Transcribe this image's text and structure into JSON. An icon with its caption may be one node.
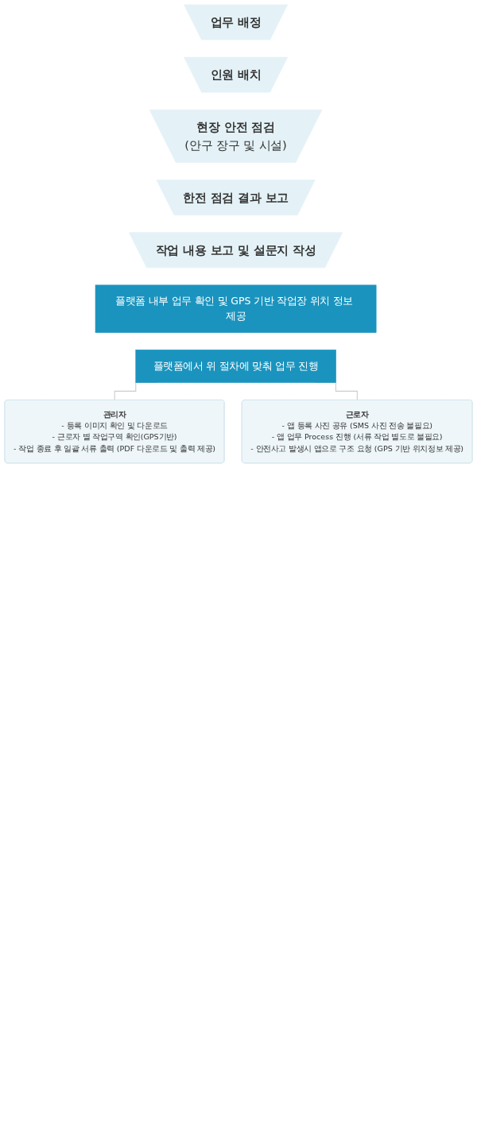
{
  "diagram": {
    "nodes": [
      {
        "text": [
          "업무 배정"
        ]
      },
      {
        "text": [
          "인원 배치"
        ]
      },
      {
        "text": [
          "현장 안전 점검",
          "(안구 장구 및 시설)"
        ]
      },
      {
        "text": [
          "한전 점검 결과 보고"
        ]
      },
      {
        "text": [
          "작업 내용 보고 및 설문지 작성"
        ]
      },
      {
        "text": [
          "플랫폼 내부 업무 확인 및 GPS 기반 작업장 위치 정보 제공"
        ]
      },
      {
        "text": [
          "플랫폼에서 위 절차에 맞춰 업무 진행"
        ]
      },
      {
        "text": [
          "관리자",
          "- 등록 이미지 확인 및 다운로드",
          "- 근로자 별 작업구역 확인(GPS기반)",
          "- 작업 종료 후 일괄 서류 출력 (PDF 다운로드 및 출력 제공)"
        ]
      },
      {
        "text": [
          "근로자",
          "- 앱 등록 사진 공유 (SMS 사진 전송 불필요)",
          "- 앱 업무 Process 진행 (서류 작업 별도로 불필요)",
          "- 안전사고 발생시 앱으로 구조 요청 (GPS 기반 위치정보 제공)"
        ]
      }
    ],
    "edges": [
      {
        "from": 6,
        "to": 7,
        "arrow": "none"
      },
      {
        "from": 6,
        "to": 8,
        "arrow": "none"
      }
    ]
  }
}
